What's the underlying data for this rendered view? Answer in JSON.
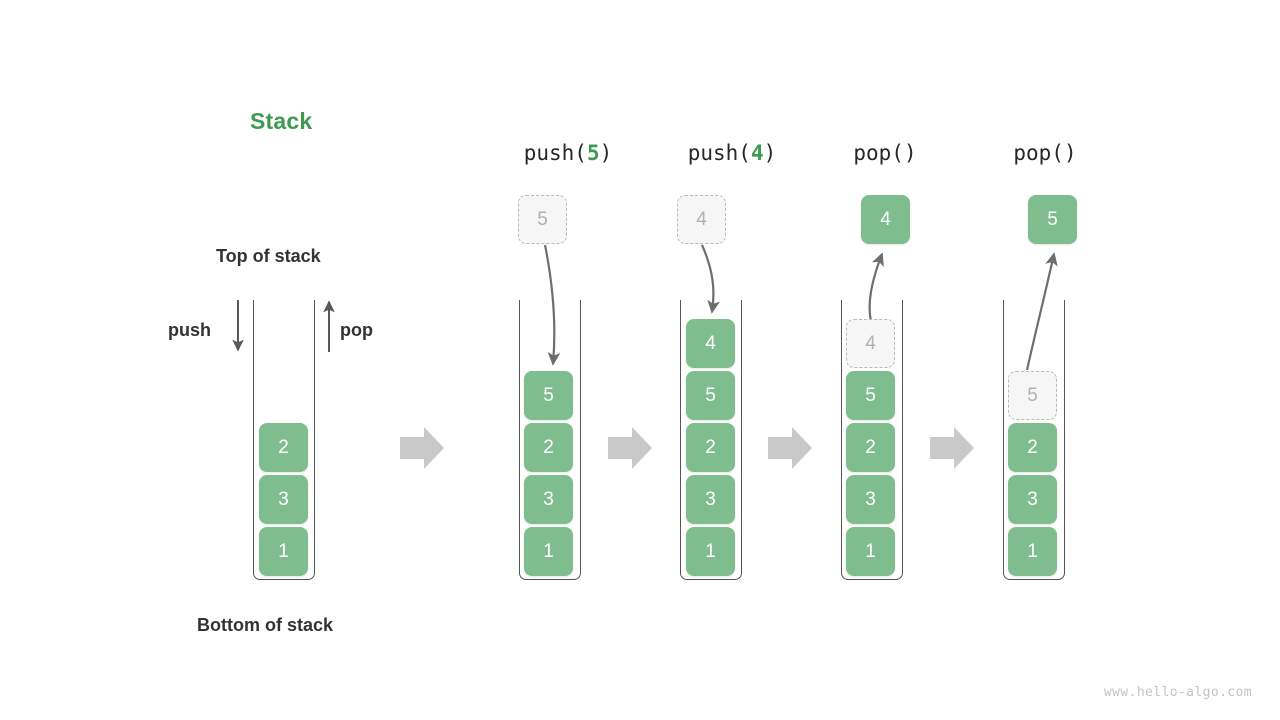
{
  "title": {
    "text": "Stack",
    "color": "#3f9950"
  },
  "labels": {
    "top_of_stack": "Top of stack",
    "bottom_of_stack": "Bottom of stack",
    "push": "push",
    "pop": "pop"
  },
  "colors": {
    "element_fill": "#80bd8e",
    "element_text": "#ffffff",
    "ghost_fill": "#f6f6f6",
    "ghost_border": "#b9b9b9",
    "ghost_text": "#b1b1b1",
    "container_stroke": "#555555",
    "flow_arrow": "#c9c9c9",
    "curve_arrow": "#6e6e6e",
    "label_text": "#333333",
    "watermark": "#c3c3c3"
  },
  "operations": [
    {
      "id": "op-push-5",
      "name": "push",
      "open": "push(",
      "arg": "5",
      "close": ")"
    },
    {
      "id": "op-push-4",
      "name": "push",
      "open": "push(",
      "arg": "4",
      "close": ")"
    },
    {
      "id": "op-pop-1",
      "name": "pop",
      "open": "pop(",
      "arg": "",
      "close": ")"
    },
    {
      "id": "op-pop-2",
      "name": "pop",
      "open": "pop(",
      "arg": "",
      "close": ")"
    }
  ],
  "stacks": [
    {
      "id": "stack-initial",
      "caption": "",
      "elements": [
        "2",
        "3",
        "1"
      ],
      "incoming": null,
      "outgoing": null
    },
    {
      "id": "stack-after-push-5",
      "caption": "push(5)",
      "elements": [
        "5",
        "2",
        "3",
        "1"
      ],
      "incoming": "5",
      "outgoing": null
    },
    {
      "id": "stack-after-push-4",
      "caption": "push(4)",
      "elements": [
        "4",
        "5",
        "2",
        "3",
        "1"
      ],
      "incoming": "4",
      "outgoing": null
    },
    {
      "id": "stack-after-pop-1",
      "caption": "pop()",
      "elements": [
        "5",
        "2",
        "3",
        "1"
      ],
      "ghost_top": "4",
      "incoming": null,
      "outgoing": "4"
    },
    {
      "id": "stack-after-pop-2",
      "caption": "pop()",
      "elements": [
        "2",
        "3",
        "1"
      ],
      "ghost_top": "5",
      "incoming": null,
      "outgoing": "5"
    }
  ],
  "floating_boxes": {
    "push5_ghost": "5",
    "push4_ghost": "4",
    "pop1_result": "4",
    "pop2_result": "5"
  },
  "watermark": "www.hello-algo.com"
}
